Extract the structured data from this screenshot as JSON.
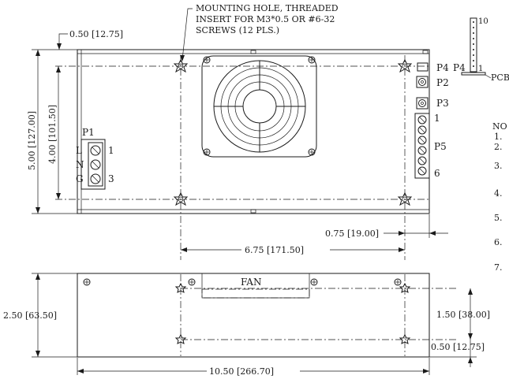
{
  "callouts": {
    "mounting_note_1": "MOUNTING HOLE, THREADED",
    "mounting_note_2": "INSERT FOR M3*0.5 OR #6-32",
    "mounting_note_3": "SCREWS (12 PLS.)"
  },
  "dimensions": {
    "top_offset": "0.50 [12.75]",
    "overall_height": "5.00 [127.00]",
    "hole_height": "4.00 [101.50]",
    "right_offset": "0.75 [19.00]",
    "hole_spacing": "6.75 [171.50]",
    "side_height": "2.50 [63.50]",
    "side_hole_spacing": "1.50 [38.00]",
    "side_bottom_offset": "0.50 [12.75]",
    "overall_length": "10.50 [266.70]"
  },
  "connectors": {
    "p1": "P1",
    "p1_pins": [
      "L",
      "N",
      "G"
    ],
    "p1_pin_first": "1",
    "p1_pin_last": "3",
    "p2": "P2",
    "p3": "P3",
    "p4": "P4",
    "p5": "P5",
    "p5_pin_first": "1",
    "p5_pin_last": "6"
  },
  "inset": {
    "p4_label": "P4",
    "pin_10": "10",
    "pin_1": "1",
    "pcb_label": "PCB"
  },
  "notes_column": {
    "header": "NO",
    "items": [
      "1.",
      "2.",
      "3.",
      "4.",
      "5.",
      "6.",
      "7."
    ]
  },
  "side_view": {
    "fan_label": "FAN"
  }
}
